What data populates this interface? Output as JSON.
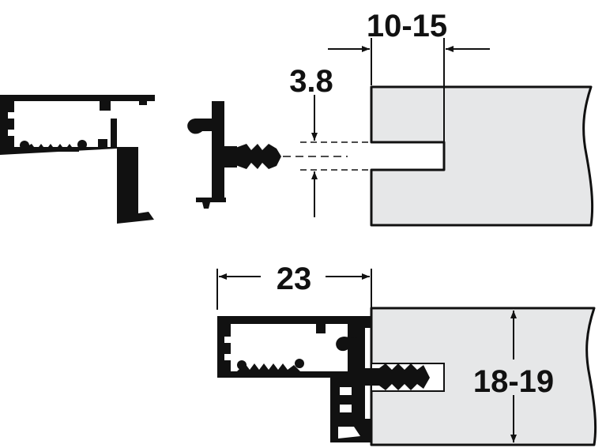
{
  "dimensions": {
    "groove_depth": "10-15",
    "groove_width": "3.8",
    "profile_width": "23",
    "panel_thickness": "18-19"
  },
  "colors": {
    "ink": "#111111",
    "panel_fill": "#e6e7e8",
    "background": "#ffffff"
  }
}
